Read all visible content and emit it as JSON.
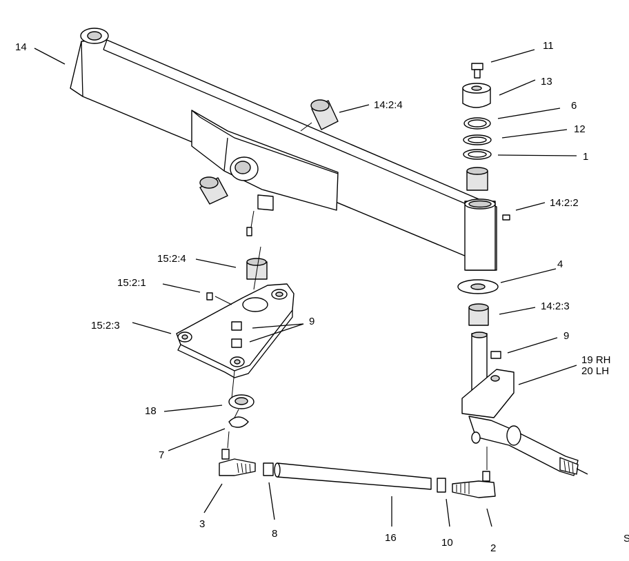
{
  "callouts": {
    "c14": "14",
    "c11": "11",
    "c13": "13",
    "c14_2_4": "14:2:4",
    "c6": "6",
    "c12": "12",
    "c1": "1",
    "c14_2_2": "14:2:2",
    "c15_2_4": "15:2:4",
    "c4": "4",
    "c15_2_1": "15:2:1",
    "c14_2_3": "14:2:3",
    "c9a": "9",
    "c15_2_3": "15:2:3",
    "c9b": "9",
    "c19": "19 RH",
    "c20": "20 LH",
    "c18": "18",
    "c7": "7",
    "c3": "3",
    "c8": "8",
    "c16": "16",
    "c10": "10",
    "c2": "2",
    "edge": "S"
  }
}
